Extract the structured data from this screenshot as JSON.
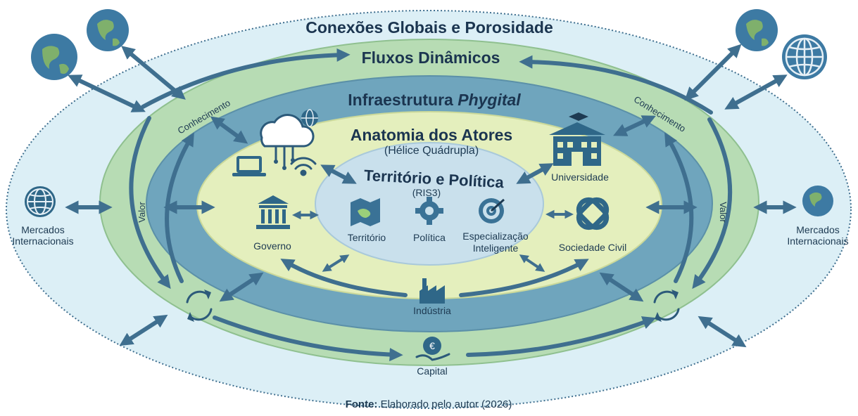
{
  "rings": {
    "outer_title": "Conexões Globais e Porosidade",
    "flows_title": "Fluxos Dinâmicos",
    "infra_title_prefix": "Infraestrutura ",
    "infra_title_italic": "Phygital",
    "actors_title": "Anatomia dos Atores",
    "actors_subtitle": "(Hélice Quádrupla)",
    "core_title": "Território e Política",
    "core_subtitle": "(RIS3)"
  },
  "core": {
    "territorio": "Território",
    "politica": "Política",
    "especializacao_line1": "Especialização",
    "especializacao_line2": "Inteligente"
  },
  "actors": {
    "governo": "Governo",
    "universidade": "Universidade",
    "sociedade": "Sociedade Civil",
    "industria": "Indústria"
  },
  "flows": {
    "conhecimento_left": "Conhecimento",
    "conhecimento_right": "Conhecimento",
    "valor_left": "Valor",
    "valor_right": "Valor",
    "capital": "Capital"
  },
  "markets": {
    "left_line1": "Mercados",
    "left_line2": "Internacionais",
    "right_line1": "Mercados",
    "right_line2": "Internacionais"
  },
  "source": {
    "label": "Fonte:",
    "text": " Elaborado pelo autor (2026)"
  },
  "colors": {
    "outer": "#dceff6",
    "flows": "#b7dcb4",
    "infra": "#6fa5bd",
    "actors": "#e4efbd",
    "core": "#c9e0ec",
    "arrow": "#3f6f8f"
  }
}
